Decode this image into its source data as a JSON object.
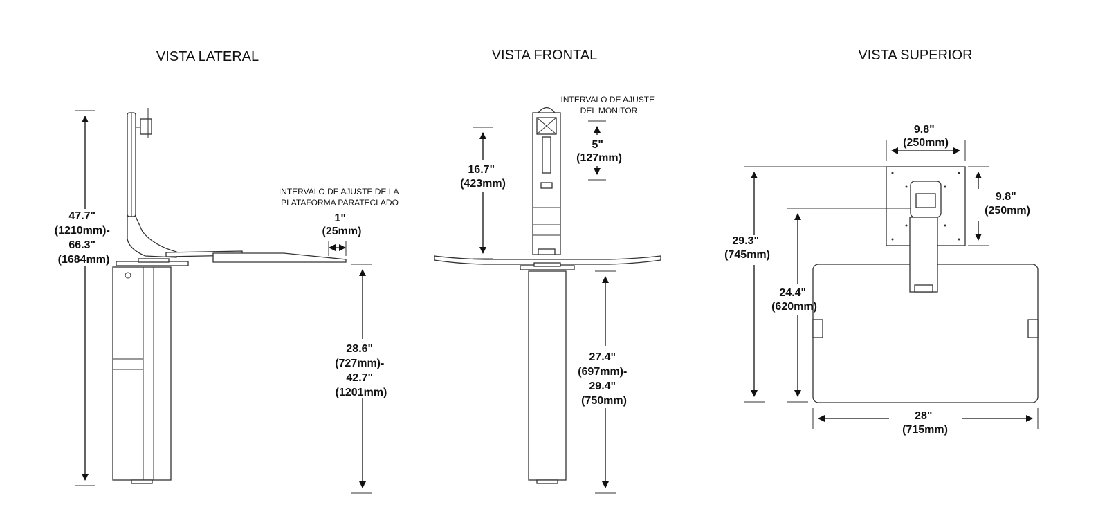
{
  "views": {
    "side": {
      "title": "VISTA LATERAL",
      "height_total": [
        "47.7\"",
        "(1210mm)-",
        "66.3\"",
        "(1684mm)"
      ],
      "keyboard_range_note": [
        "INTERVALO DE AJUSTE DE LA",
        "PLATAFORMA PARATECLADO"
      ],
      "keyboard_range": [
        "1\"",
        "(25mm)"
      ],
      "desk_height": [
        "28.6\"",
        "(727mm)-",
        "42.7\"",
        "(1201mm)"
      ]
    },
    "front": {
      "title": "VISTA FRONTAL",
      "monitor_range_note": [
        "INTERVALO DE AJUSTE",
        "DEL MONITOR"
      ],
      "monitor_range": [
        "5\"",
        "(127mm)"
      ],
      "upper_height": [
        "16.7\"",
        "(423mm)"
      ],
      "desk_height": [
        "27.4\"",
        "(697mm)-",
        "29.4\"",
        "(750mm)"
      ]
    },
    "top": {
      "title": "VISTA SUPERIOR",
      "vesa_width": [
        "9.8\"",
        "(250mm)"
      ],
      "vesa_height": [
        "9.8\"",
        "(250mm)"
      ],
      "depth_total": [
        "29.3\"",
        "(745mm)"
      ],
      "depth_tray": [
        "24.4\"",
        "(620mm)"
      ],
      "width": [
        "28\"",
        "(715mm)"
      ]
    }
  }
}
